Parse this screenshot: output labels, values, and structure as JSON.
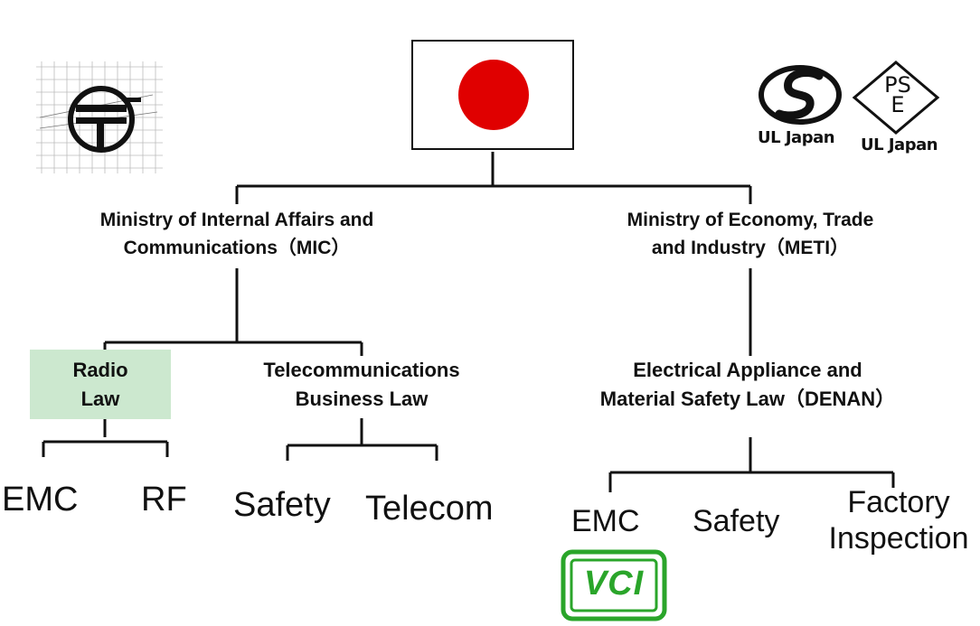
{
  "root": {
    "flag": "japan-flag-icon"
  },
  "ministries": [
    {
      "id": "mic",
      "line1": "Ministry of Internal Affairs and",
      "line2": "Communications（MIC）"
    },
    {
      "id": "meti",
      "line1": "Ministry of Economy, Trade",
      "line2": "and Industry（METI）"
    }
  ],
  "laws": {
    "radio": {
      "line1": "Radio",
      "line2": "Law"
    },
    "telecom": {
      "line1": "Telecommunications",
      "line2": "Business Law"
    },
    "denan": {
      "line1": "Electrical Appliance and",
      "line2": "Material Safety Law（DENAN）"
    }
  },
  "leaves": {
    "radio_emc": "EMC",
    "radio_rf": "RF",
    "telecom_safety": "Safety",
    "telecom_telecom": "Telecom",
    "denan_emc": "EMC",
    "denan_safety": "Safety",
    "denan_factory_line1": "Factory",
    "denan_factory_line2": "Inspection"
  },
  "marks": {
    "ul_s_label": "UL Japan",
    "ul_pse_label": "UL Japan",
    "pse_text_top": "PS",
    "pse_text_bottom": "E",
    "vcci_text": "VCI"
  },
  "colors": {
    "flag_red": "#e00000",
    "radio_highlight": "#cce8cf",
    "vcci_green": "#2aa52a"
  }
}
